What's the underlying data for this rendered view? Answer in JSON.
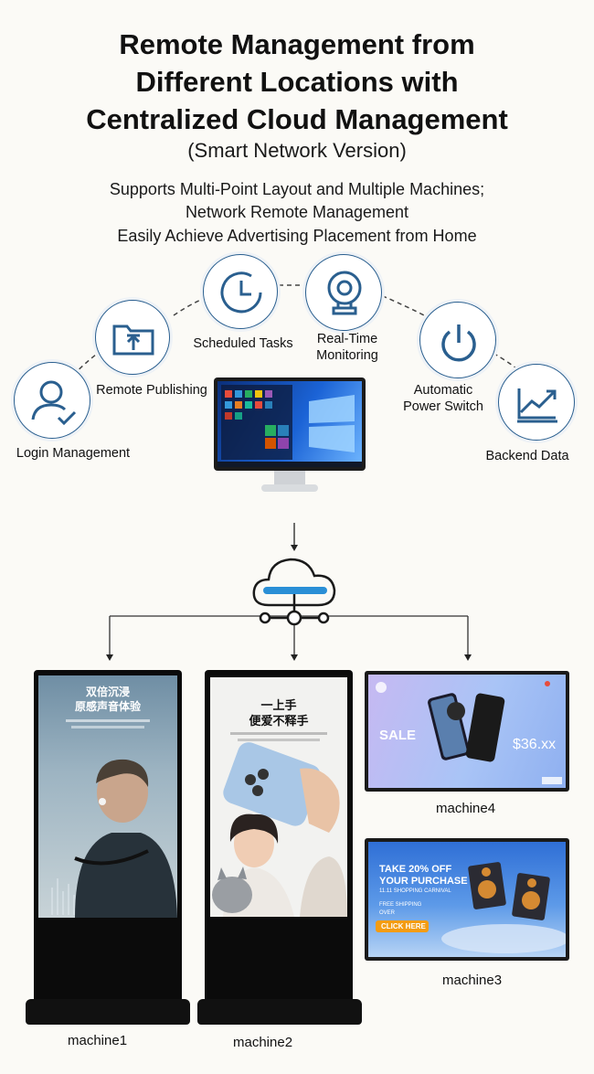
{
  "title_lines": [
    "Remote Management from",
    "Different Locations with",
    "Centralized Cloud Management"
  ],
  "subtitle": "(Smart Network Version)",
  "description_lines": [
    "Supports Multi-Point Layout and Multiple Machines;",
    "Network Remote Management",
    "Easily Achieve Advertising Placement from Home"
  ],
  "features": {
    "login": "Login Management",
    "publishing": "Remote Publishing",
    "scheduled": "Scheduled Tasks",
    "monitoring_1": "Real-Time",
    "monitoring_2": "Monitoring",
    "power_1": "Automatic",
    "power_2": "Power Switch",
    "backend": "Backend Data"
  },
  "machines": {
    "m1": "machine1",
    "m2": "machine2",
    "m3": "machine3",
    "m4": "machine4"
  },
  "screens": {
    "m1_headline_1": "双倍沉浸",
    "m1_headline_2": "原感声音体验",
    "m2_headline_1": "一上手",
    "m2_headline_2": "便爱不释手",
    "m4_sale": "SALE",
    "m4_price": "$36.xx",
    "m3_line_1": "TAKE 20% OFF",
    "m3_line_2": "YOUR PURCHASE",
    "m3_line_3": "11.11 SHOPPING CARNIVAL",
    "m3_line_4": "FREE SHIPPING",
    "m3_line_5": "OVER",
    "m3_button": "CLICK HERE"
  },
  "colors": {
    "icon_blue": "#2a5f8f",
    "cloud_blue": "#2a8fd6",
    "background": "#fbfaf6"
  }
}
